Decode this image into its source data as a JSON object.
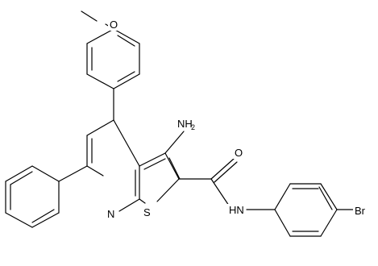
{
  "structure": {
    "kind": "chemical-structure",
    "atom_labels": {
      "amino": "NH",
      "amino_sub": "2",
      "pyridine_n": "N",
      "thiophene_s": "S",
      "carbonyl_o": "O",
      "amide_nh": "HN",
      "bromo": "Br",
      "methoxy_o": "O"
    }
  },
  "colors": {
    "bond": "#000000",
    "background": "#ffffff"
  }
}
